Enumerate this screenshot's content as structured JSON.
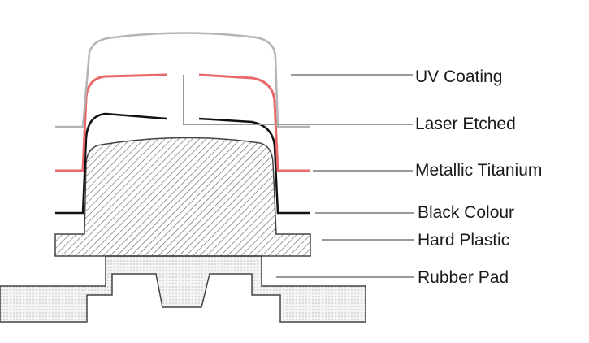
{
  "title": "Keycap layer cross-section",
  "labels": {
    "uv_coating": "UV Coating",
    "laser_etched": "Laser Etched",
    "metallic_titanium": "Metallic Titanium",
    "black_colour": "Black Colour",
    "hard_plastic": "Hard Plastic",
    "rubber_pad": "Rubber Pad"
  },
  "colors": {
    "uv_coating": "#b5b5b5",
    "metallic_titanium": "#e8696a",
    "black_colour": "#111111",
    "hatch": "#555555",
    "rubber": "#999999"
  }
}
